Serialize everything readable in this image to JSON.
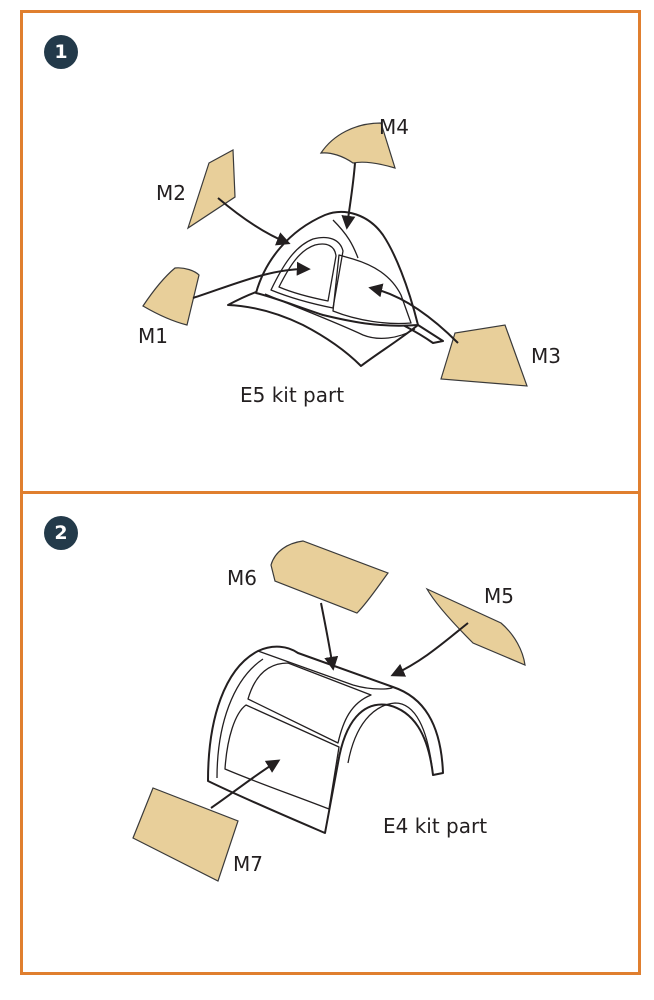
{
  "steps": [
    {
      "number": "1",
      "part_label": "E5 kit part",
      "masks": [
        "M1",
        "M2",
        "M3",
        "M4"
      ]
    },
    {
      "number": "2",
      "part_label": "E4 kit part",
      "masks": [
        "M5",
        "M6",
        "M7"
      ]
    }
  ],
  "colors": {
    "frame": "#e07f2f",
    "badge": "#233a4a",
    "mask_fill": "#e8cf9a"
  }
}
